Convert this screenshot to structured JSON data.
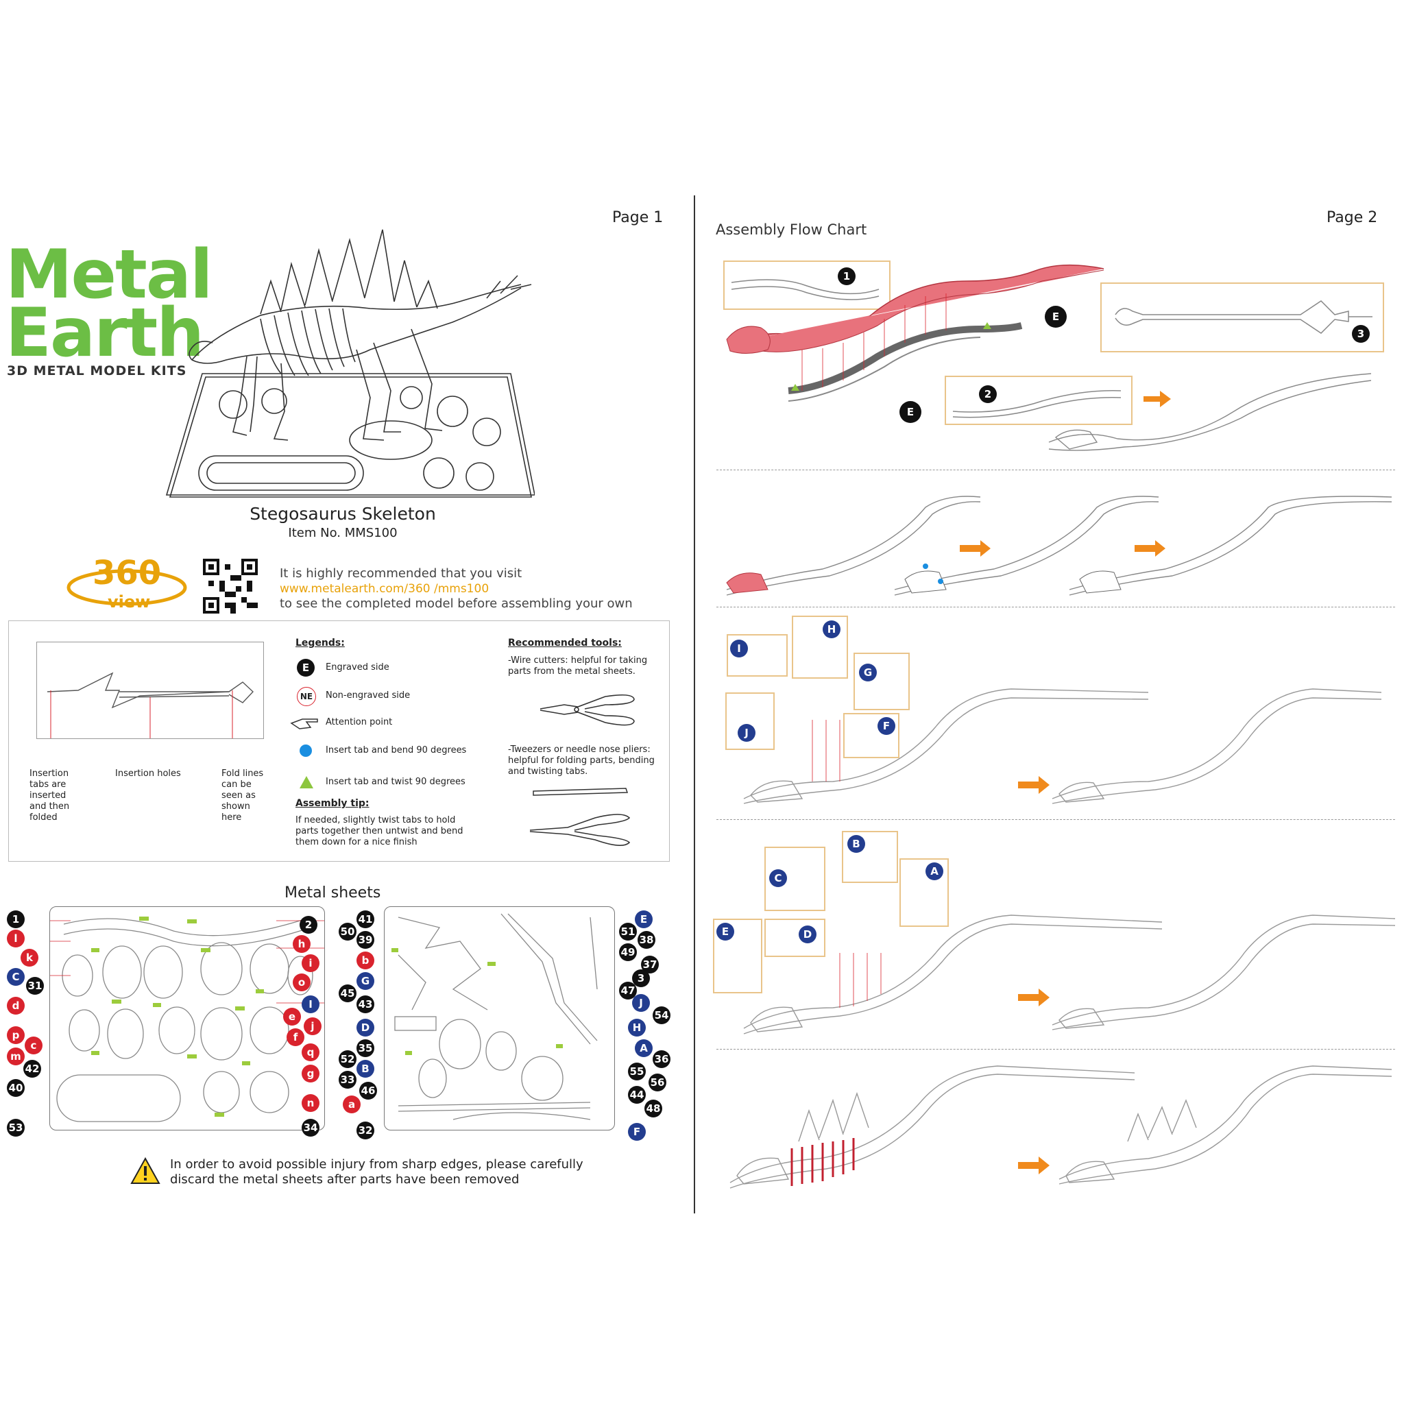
{
  "page1": {
    "page_label": "Page 1",
    "logo": {
      "line1": "Metal",
      "line2": "Earth",
      "tagline": "3D METAL MODEL KITS",
      "brand_color": "#6cbe45"
    },
    "product": {
      "name": "Stegosaurus Skeleton",
      "item_no": "Item  No.  MMS100"
    },
    "view360": {
      "number": "360",
      "label": "view"
    },
    "recommend": {
      "line1": "It is highly recommended that you visit",
      "url": "www.metalearth.com/360 /mms100",
      "line3": "to see the completed model before assembling your own"
    },
    "diagram_labels": {
      "tabs": "Insertion tabs are inserted and then folded",
      "holes": "Insertion holes",
      "fold": "Fold lines can be seen as shown here"
    },
    "legends": {
      "heading": "Legends:",
      "items": [
        {
          "icon": "E",
          "text": "Engraved side"
        },
        {
          "icon": "NE",
          "text": "Non-engraved side"
        },
        {
          "icon": "hand-pointer-icon",
          "text": "Attention point"
        },
        {
          "icon": "blue-dot-icon",
          "text": "Insert tab and bend 90 degrees"
        },
        {
          "icon": "green-triangle-icon",
          "text": "Insert tab and twist 90 degrees"
        }
      ]
    },
    "assembly_tip": {
      "heading": "Assembly tip:",
      "text": "If needed, slightly twist tabs to hold parts together then untwist and bend them down for a nice finish"
    },
    "tools": {
      "heading": "Recommended tools:",
      "wire": "-Wire cutters: helpful for taking parts from the metal sheets.",
      "tweezers": "-Tweezers or needle nose pliers: helpful for folding parts, bending and twisting tabs."
    },
    "sheets_title": "Metal sheets",
    "sheet1_left": [
      "1",
      "l",
      "k",
      "C",
      "31",
      "d",
      "p",
      "c",
      "m",
      "42",
      "40",
      "53"
    ],
    "sheet1_right": [
      "2",
      "h",
      "i",
      "o",
      "I",
      "e",
      "j",
      "f",
      "q",
      "g",
      "n",
      "34"
    ],
    "sheet2_left": [
      "50",
      "41",
      "39",
      "b",
      "G",
      "45",
      "43",
      "D",
      "35",
      "52",
      "B",
      "33",
      "46",
      "a",
      "32"
    ],
    "sheet2_right": [
      "E",
      "51",
      "38",
      "49",
      "37",
      "3",
      "47",
      "J",
      "54",
      "H",
      "A",
      "36",
      "55",
      "56",
      "44",
      "48",
      "F"
    ],
    "warning": {
      "line1": "In order to avoid possible injury from sharp edges, please carefully",
      "line2": "discard the metal sheets after parts have been removed"
    }
  },
  "page2": {
    "page_label": "Page 2",
    "flow_title": "Assembly Flow Chart",
    "step1_callouts": [
      "1",
      "2",
      "3",
      "E",
      "E"
    ],
    "step3_callouts": [
      "I",
      "H",
      "G",
      "J",
      "F"
    ],
    "step4_callouts": [
      "B",
      "C",
      "A",
      "E",
      "D"
    ],
    "colors": {
      "highlight": "#e8727c",
      "arrow": "#f08a1c",
      "callout_border": "#e9c48a"
    }
  }
}
